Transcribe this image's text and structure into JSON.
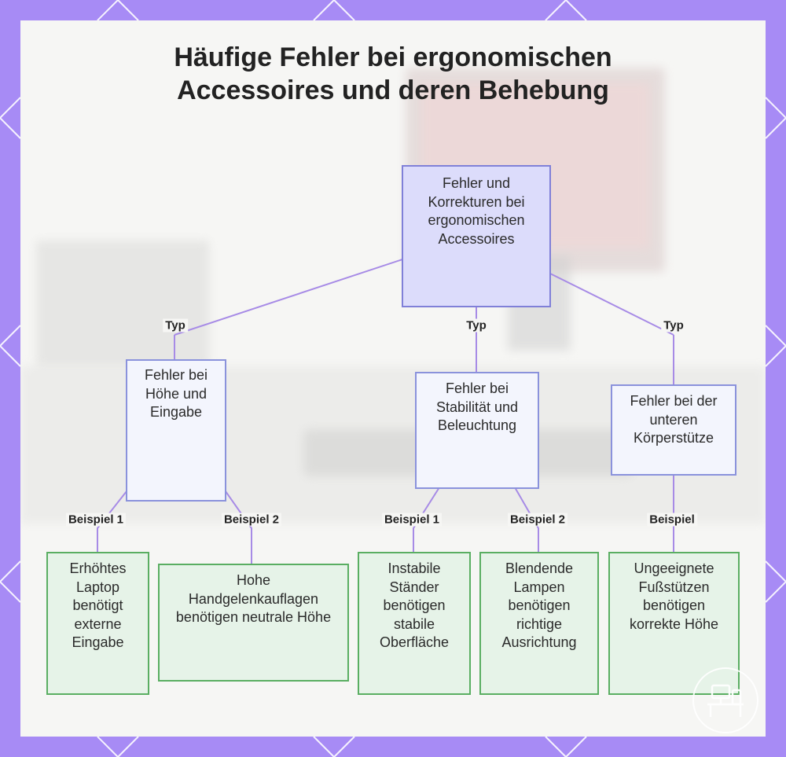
{
  "title": {
    "line1": "Häufige Fehler bei ergonomischen",
    "line2": "Accessoires und deren Behebung"
  },
  "colors": {
    "frame": "#a78bf5",
    "root_fill": "#dcdcfb",
    "category_fill": "#f3f5fd",
    "leaf_fill": "#e6f3e8",
    "leaf_border": "#5aae62",
    "connector": "#a78be6"
  },
  "diagram": {
    "root": "Fehler und Korrekturen bei ergonomischen Accessoires",
    "root_edge_label": "Typ",
    "categories": [
      {
        "label": "Fehler bei Höhe und Eingabe",
        "examples": [
          {
            "edge_label": "Beispiel 1",
            "text": "Erhöhtes Laptop benötigt externe Eingabe"
          },
          {
            "edge_label": "Beispiel 2",
            "text": "Hohe Handgelenkauflagen benötigen neutrale Höhe"
          }
        ]
      },
      {
        "label": "Fehler bei Stabilität und Beleuchtung",
        "examples": [
          {
            "edge_label": "Beispiel 1",
            "text": "Instabile Ständer benötigen stabile Oberfläche"
          },
          {
            "edge_label": "Beispiel 2",
            "text": "Blendende Lampen benötigen richtige Ausrichtung"
          }
        ]
      },
      {
        "label": "Fehler bei der unteren Körperstütze",
        "examples": [
          {
            "edge_label": "Beispiel",
            "text": "Ungeeignete Fußstützen benötigen korrekte Höhe"
          }
        ]
      }
    ]
  }
}
